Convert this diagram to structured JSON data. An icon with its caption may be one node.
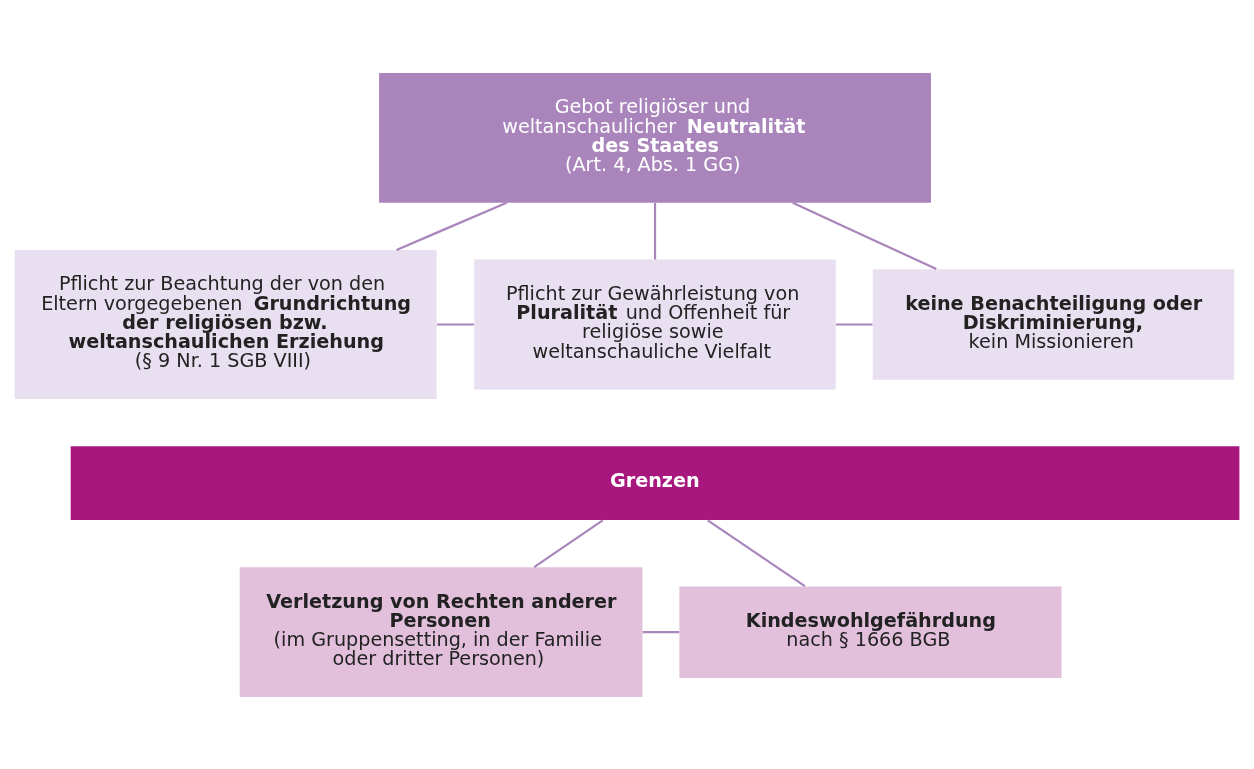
{
  "diagram": {
    "nodes": [
      {
        "text": [
          "Gebot religiöser und weltanschaulicher **Neutralität des Staates**",
          "(Art. 4, Abs. 1 GG)"
        ]
      },
      {
        "text": [
          "Pflicht zur Beachtung der von den Eltern vorgegebenen **Grundrichtung der religiösen bzw. weltanschaulichen Erziehung**",
          "(§ 9 Nr. 1 SGB VIII)"
        ]
      },
      {
        "text": [
          "Pflicht zur Gewährleistung von **Pluralität** und Offenheit für religiöse sowie weltanschauliche Vielfalt"
        ]
      },
      {
        "text": [
          "**keine Benachteiligung oder Diskriminierung,**",
          "kein Missionieren"
        ]
      },
      {
        "text": [
          "**Grenzen**"
        ]
      },
      {
        "text": [
          "**Verletzung von Rechten anderer Personen**",
          "(im Gruppensetting, in der Familie oder dritter Personen)"
        ]
      },
      {
        "text": [
          "**Kindeswohlgefährdung**",
          "nach § 1666 BGB"
        ]
      }
    ],
    "edges": [
      {
        "from": 0,
        "to": 1,
        "arrow": "none"
      },
      {
        "from": 0,
        "to": 2,
        "arrow": "none"
      },
      {
        "from": 0,
        "to": 3,
        "arrow": "none"
      },
      {
        "from": 1,
        "to": 2,
        "arrow": "none"
      },
      {
        "from": 2,
        "to": 3,
        "arrow": "none"
      },
      {
        "from": 4,
        "to": 5,
        "arrow": "none"
      },
      {
        "from": 4,
        "to": 6,
        "arrow": "none"
      },
      {
        "from": 5,
        "to": 6,
        "arrow": "none"
      }
    ]
  }
}
